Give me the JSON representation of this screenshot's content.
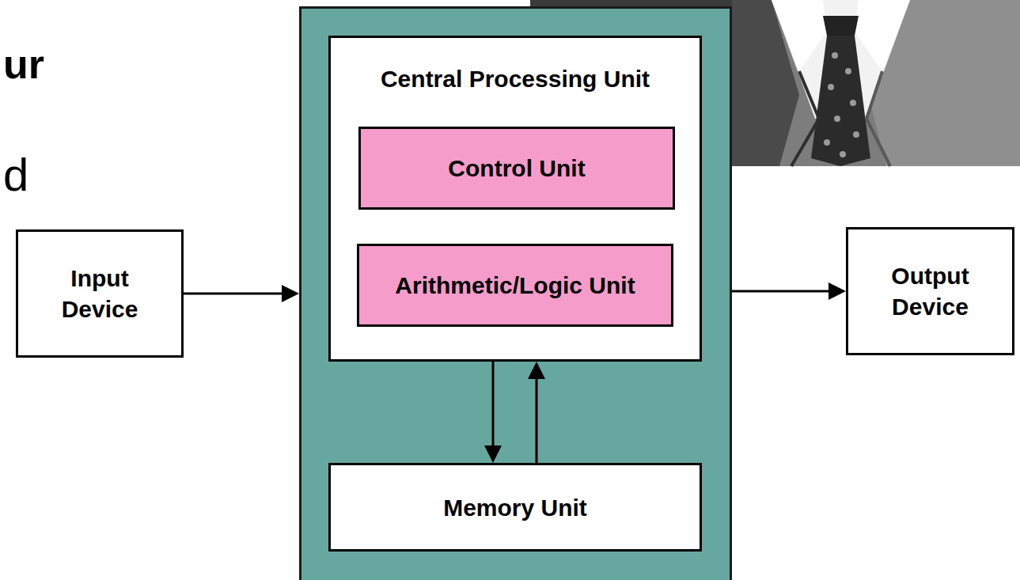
{
  "diagram": {
    "nodes": [
      {
        "text": [
          "Input Device"
        ]
      },
      {
        "text": []
      },
      {
        "text": [
          "Central Processing Unit"
        ],
        "in": 1
      },
      {
        "text": [
          "Control Unit"
        ],
        "in": 2
      },
      {
        "text": [
          "Arithmetic/Logic Unit"
        ],
        "in": 2
      },
      {
        "text": [
          "Memory Unit"
        ],
        "in": 1
      },
      {
        "text": [
          "Output Device"
        ]
      }
    ],
    "edges": [
      {
        "from": 0,
        "to": 1,
        "arrow": "to"
      },
      {
        "from": 1,
        "to": 6,
        "arrow": "to"
      },
      {
        "from": 2,
        "to": 5,
        "arrow": "to"
      },
      {
        "from": 5,
        "to": 2,
        "arrow": "to"
      }
    ],
    "labels": [
      "ur",
      "d"
    ]
  }
}
